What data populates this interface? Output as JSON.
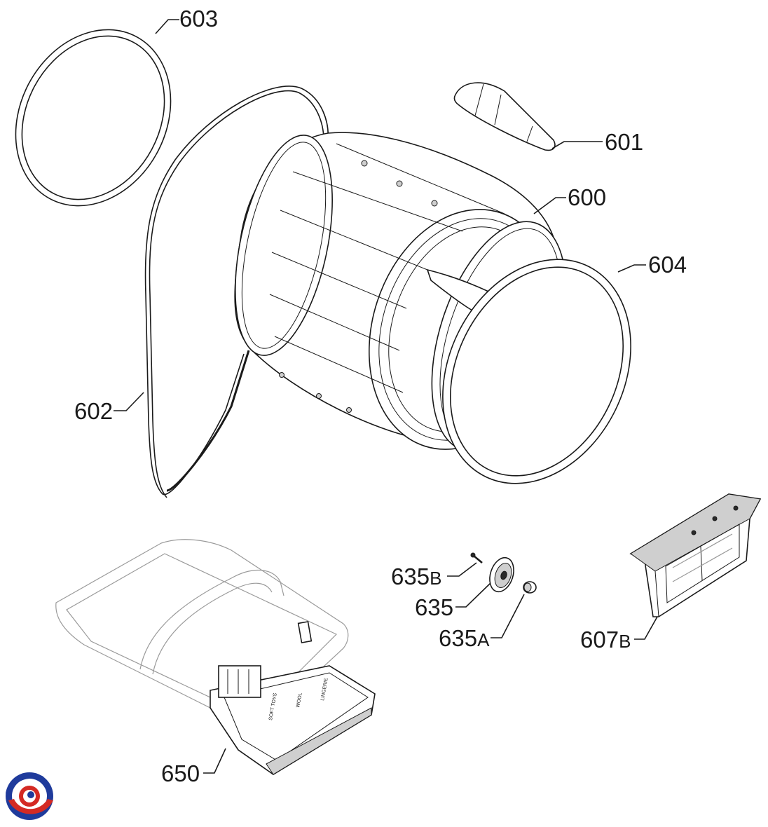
{
  "labels": {
    "p603": "603",
    "p601": "601",
    "p600": "600",
    "p604": "604",
    "p602": "602",
    "p635b_num": "635",
    "p635b_suf": "B",
    "p635": "635",
    "p635a_num": "635",
    "p635a_suf": "A",
    "p607b_num": "607",
    "p607b_suf": "B",
    "p650": "650"
  },
  "basket_text": {
    "soft_toys": "SOFT TOYS",
    "wool": "WOOL",
    "lingerie": "LINGERIE"
  },
  "logo": {
    "colors": {
      "blue": "#1f3b9c",
      "red": "#d42a24"
    }
  }
}
